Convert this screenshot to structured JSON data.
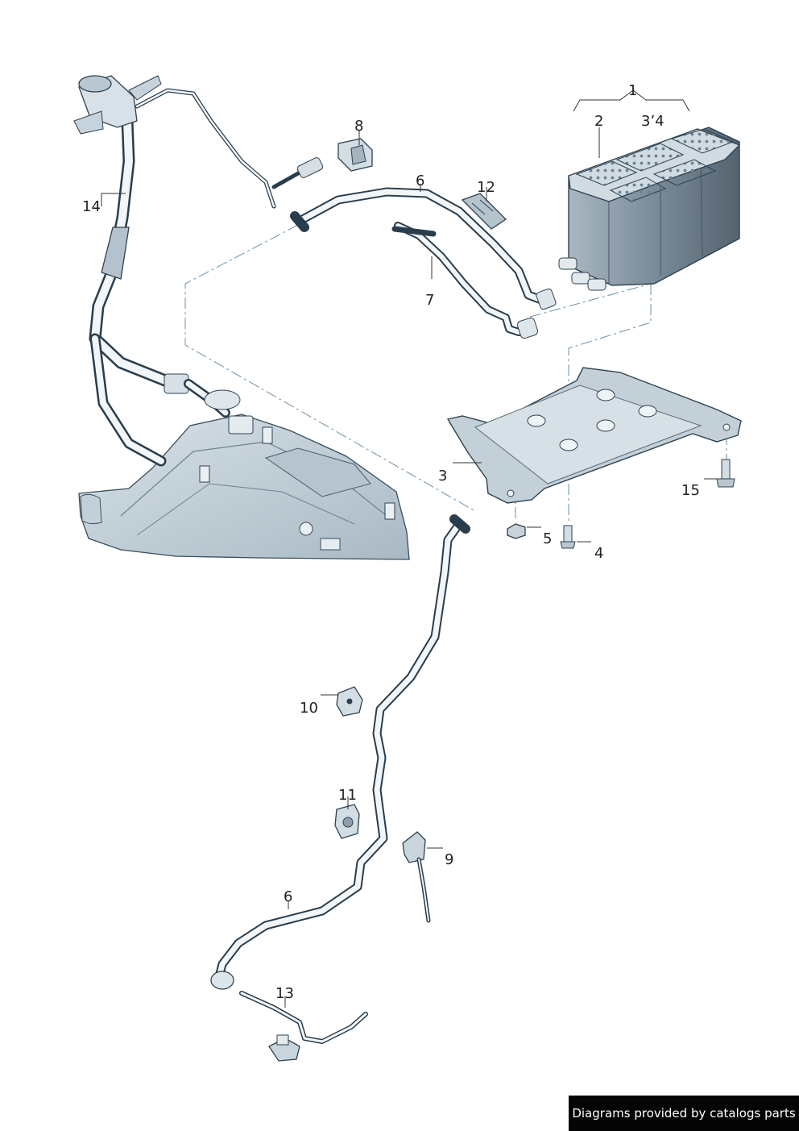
{
  "callouts": [
    {
      "id": "1",
      "label": "1"
    },
    {
      "id": "2",
      "label": "2"
    },
    {
      "id": "34",
      "label": "3’4"
    },
    {
      "id": "3",
      "label": "3"
    },
    {
      "id": "4",
      "label": "4"
    },
    {
      "id": "5",
      "label": "5"
    },
    {
      "id": "6a",
      "label": "6"
    },
    {
      "id": "6b",
      "label": "6"
    },
    {
      "id": "7",
      "label": "7"
    },
    {
      "id": "8",
      "label": "8"
    },
    {
      "id": "9",
      "label": "9"
    },
    {
      "id": "10",
      "label": "10"
    },
    {
      "id": "11",
      "label": "11"
    },
    {
      "id": "12",
      "label": "12"
    },
    {
      "id": "13",
      "label": "13"
    },
    {
      "id": "14",
      "label": "14"
    },
    {
      "id": "15",
      "label": "15"
    }
  ],
  "footer": {
    "text": "Diagrams provided by catalogs parts"
  },
  "colors": {
    "steel": "#c9d6df",
    "outline": "#2f4150",
    "dash": "#6f8fa5",
    "badge": "#050505"
  }
}
